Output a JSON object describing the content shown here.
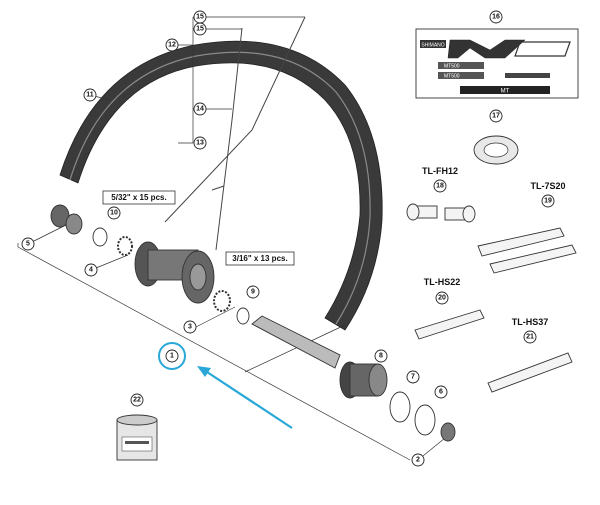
{
  "callouts": {
    "c1": "1",
    "c2": "2",
    "c3": "3",
    "c4": "4",
    "c5": "5",
    "c6": "6",
    "c7": "7",
    "c8": "8",
    "c9": "9",
    "c10": "10",
    "c11": "11",
    "c12": "12",
    "c13": "13",
    "c14": "14",
    "c15a": "15",
    "c15b": "15",
    "c16": "16",
    "c17": "17",
    "c18": "18",
    "c19": "19",
    "c20": "20",
    "c21": "21",
    "c22": "22"
  },
  "qty_labels": {
    "balls_front": "5/32\" x 15 pcs.",
    "balls_rear": "3/16\" x 13 pcs."
  },
  "tool_labels": {
    "fh12": "TL-FH12",
    "t7s20": "TL-7S20",
    "hs22": "TL-HS22",
    "hs37": "TL-HS37"
  },
  "decal": {
    "brand": "SHIMANO",
    "model_a": "MT500",
    "model_b": "MT500",
    "logo": "MT"
  },
  "colors": {
    "highlight": "#29a8d8",
    "rim": "#3a3a3a",
    "rim_inner": "#6e6e6e"
  }
}
